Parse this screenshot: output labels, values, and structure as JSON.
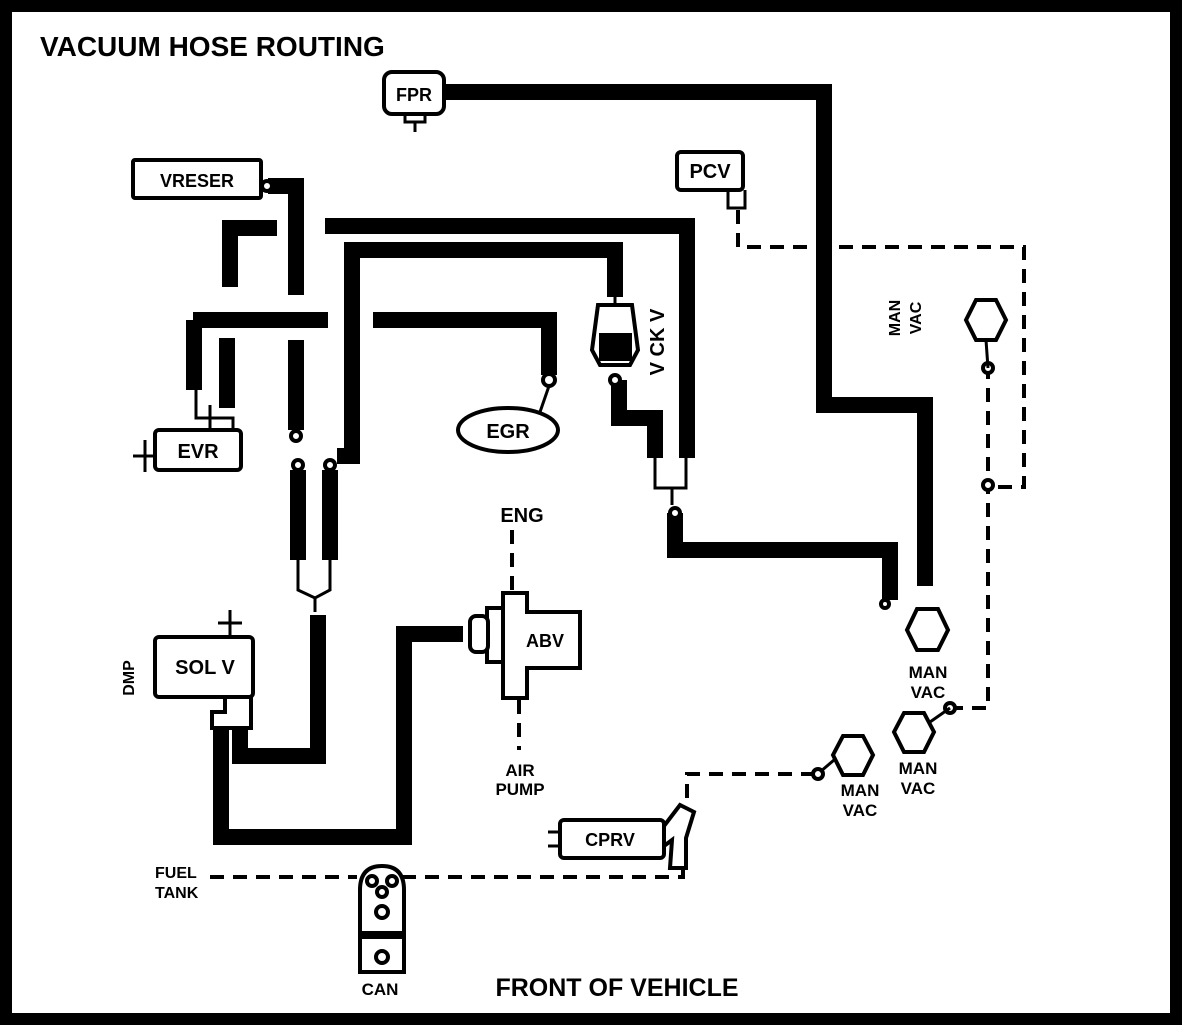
{
  "title": "VACUUM HOSE ROUTING",
  "footer": "FRONT OF VEHICLE",
  "components": {
    "fpr": "FPR",
    "pcv": "PCV",
    "vreser": "VRESER",
    "evr": "EVR",
    "egr": "EGR",
    "vckv": "V CK V",
    "abv": "ABV",
    "eng": "ENG",
    "air_pump_line1": "AIR",
    "air_pump_line2": "PUMP",
    "solv": "SOL V",
    "dmp": "DMP",
    "cprv": "CPRV",
    "can": "CAN",
    "fuel_tank_line1": "FUEL",
    "fuel_tank_line2": "TANK"
  },
  "man_vac": {
    "top_right_line1": "MAN",
    "top_right_line2": "VAC",
    "center_line1": "MAN",
    "center_line2": "VAC",
    "right_line1": "MAN",
    "right_line2": "VAC",
    "lower_line1": "MAN",
    "lower_line2": "VAC"
  },
  "electrical_marks": {
    "evr_terminal": "+",
    "solv_terminal": "+"
  },
  "colors": {
    "line": "#000000",
    "background": "#ffffff"
  }
}
